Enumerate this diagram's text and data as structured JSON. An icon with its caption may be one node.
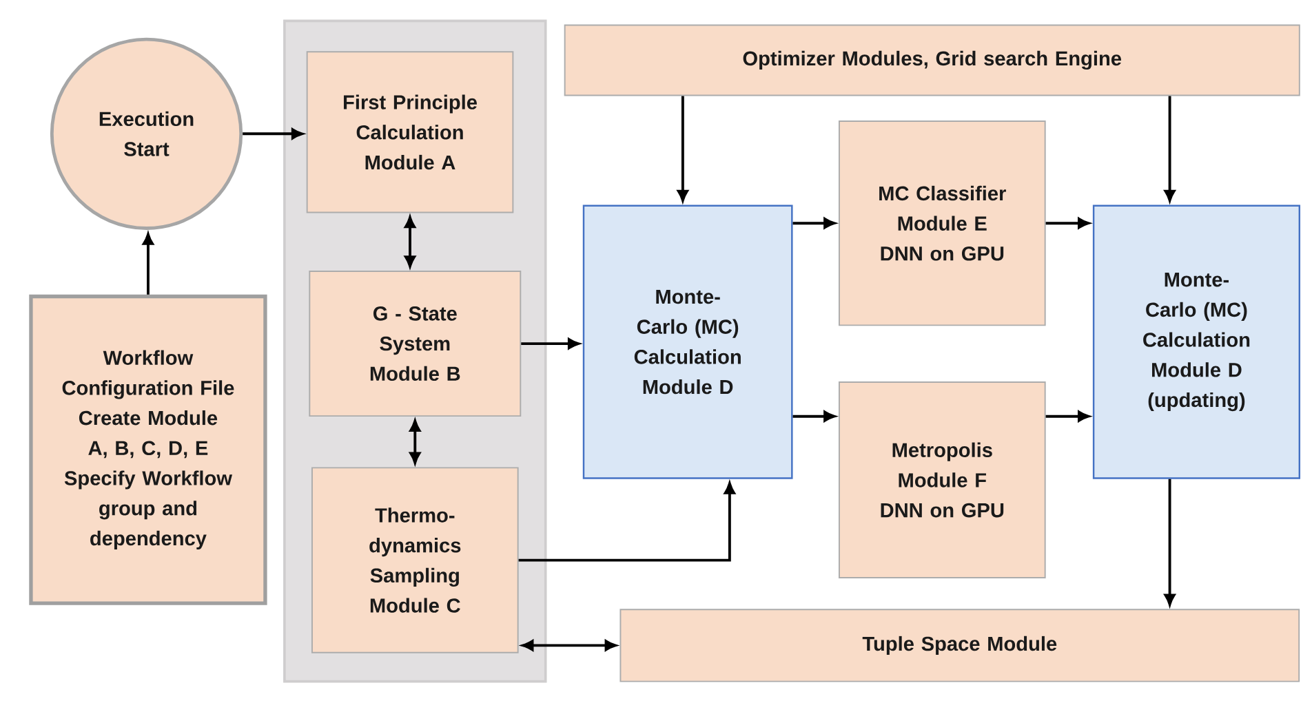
{
  "diagram": {
    "nodes": [
      {
        "text": [
          "Execution Start"
        ]
      },
      {
        "text": [
          "Workflow Configuration File",
          "Create Module A, B, C, D, E",
          "Specify Workflow group and dependency"
        ]
      },
      {
        "text": [],
        "shape": "box"
      },
      {
        "text": [
          "First Principle Calculation Module A"
        ],
        "in": 2
      },
      {
        "text": [
          "G - State System Module B"
        ],
        "in": 2
      },
      {
        "text": [
          "Thermo-dynamics Sampling Module C"
        ],
        "in": 2
      },
      {
        "text": [
          "Optimizer Modules, Grid search Engine"
        ]
      },
      {
        "text": [
          "Monte-Carlo (MC) Calculation Module D"
        ]
      },
      {
        "text": [
          "MC Classifier Module E DNN on GPU"
        ]
      },
      {
        "text": [
          "Metropolis Module F DNN on GPU"
        ]
      },
      {
        "text": [
          "Monte-Carlo (MC) Calculation Module D (updating)"
        ]
      },
      {
        "text": [
          "Tuple Space Module"
        ]
      }
    ],
    "edges": [
      {
        "from": 1,
        "to": 0,
        "arrow": "to"
      },
      {
        "from": 0,
        "to": 3,
        "arrow": "to"
      },
      {
        "from": 3,
        "to": 4,
        "arrow": "both"
      },
      {
        "from": 4,
        "to": 5,
        "arrow": "both"
      },
      {
        "from": 4,
        "to": 7,
        "arrow": "to"
      },
      {
        "from": 5,
        "to": 7,
        "arrow": "to"
      },
      {
        "from": 6,
        "to": 7,
        "arrow": "to"
      },
      {
        "from": 6,
        "to": 10,
        "arrow": "to"
      },
      {
        "from": 7,
        "to": 8,
        "arrow": "to"
      },
      {
        "from": 7,
        "to": 9,
        "arrow": "to"
      },
      {
        "from": 8,
        "to": 10,
        "arrow": "to"
      },
      {
        "from": 9,
        "to": 10,
        "arrow": "to"
      },
      {
        "from": 10,
        "to": 11,
        "arrow": "to"
      },
      {
        "from": 5,
        "to": 11,
        "arrow": "both"
      }
    ]
  }
}
